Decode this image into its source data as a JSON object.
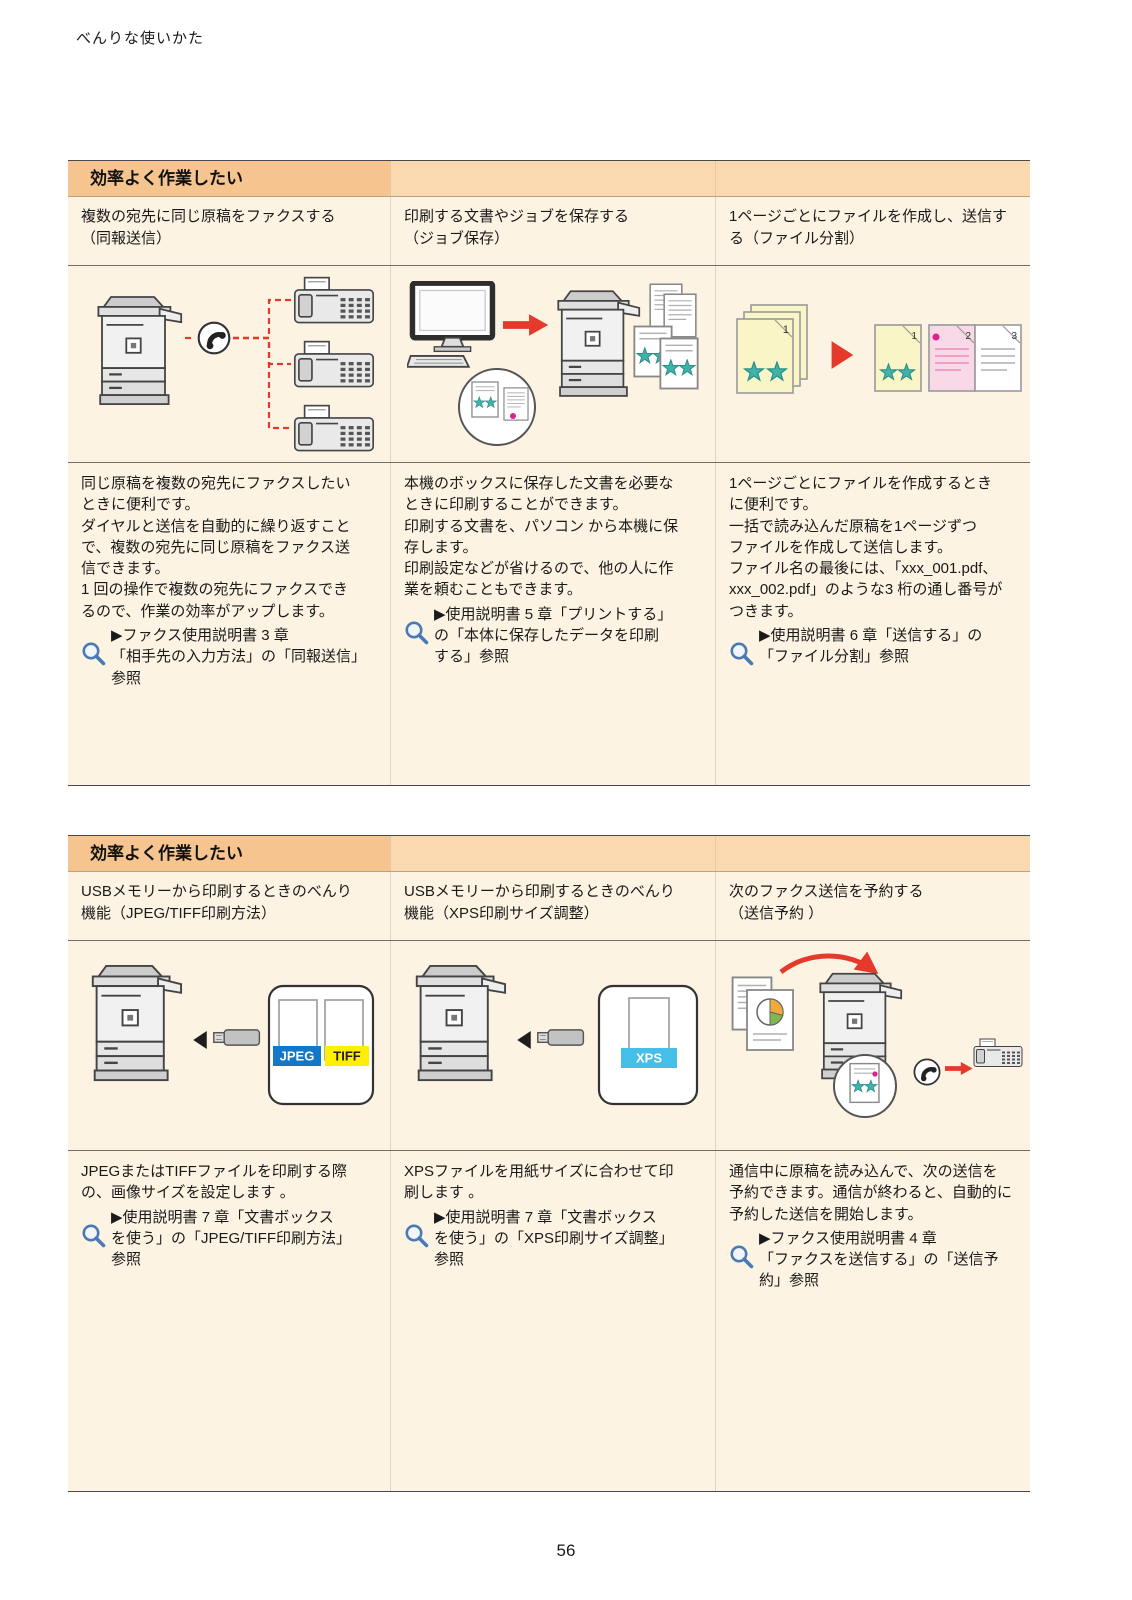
{
  "page": {
    "header": "べんりな使いかた",
    "page_number": "56"
  },
  "sections": [
    {
      "title": "効率よく作業したい",
      "columns": [
        {
          "heading": "複数の宛先に同じ原稿をファクスする\n（同報送信）",
          "body": "同じ原稿を複数の宛先にファクスしたい\nときに便利です。\nダイヤルと送信を自動的に繰り返すこと\nで、複数の宛先に同じ原稿をファクス送\n信できます。\n1 回の操作で複数の宛先にファクスでき\nるので、作業の効率がアップします。",
          "reference": "▶ファクス使用説明書 3 章\n「相手先の入力方法」の「同報送信」\n参照"
        },
        {
          "heading": "印刷する文書やジョブを保存する\n（ジョブ保存）",
          "body": "本機のボックスに保存した文書を必要な\nときに印刷することができます。\n印刷する文書を、パソコン から本機に保\n存します。\n印刷設定などが省けるので、他の人に作\n業を頼むこともできます。",
          "reference": "▶使用説明書 5 章「プリントする」\nの「本体に保存したデータを印刷\nする」参照"
        },
        {
          "heading": "1ページごとにファイルを作成し、送信す\nる（ファイル分割）",
          "body": "1ページごとにファイルを作成するとき\nに便利です。\n一括で読み込んだ原稿を1ページずつ\nファイルを作成して送信します。\nファイル名の最後には、「xxx_001.pdf、\nxxx_002.pdf」のような3 桁の通し番号が\nつきます。",
          "reference": "▶使用説明書 6 章「送信する」の\n「ファイル分割」参照"
        }
      ]
    },
    {
      "title": "効率よく作業したい",
      "columns": [
        {
          "heading": "USBメモリーから印刷するときのべんり\n機能（JPEG/TIFF印刷方法）",
          "body": "JPEGまたはTIFFファイルを印刷する際\nの、画像サイズを設定します 。",
          "reference": "▶使用説明書 7 章「文書ボックス\nを使う」の「JPEG/TIFF印刷方法」\n参照"
        },
        {
          "heading": "USBメモリーから印刷するときのべんり\n機能（XPS印刷サイズ調整）",
          "body": "XPSファイルを用紙サイズに合わせて印\n刷します 。",
          "reference": "▶使用説明書 7 章「文書ボックス\nを使う」の「XPS印刷サイズ調整」\n参照"
        },
        {
          "heading": "次のファクス送信を予約する\n（送信予約 ）",
          "body": "通信中に原稿を読み込んで、次の送信を\n予約できます。通信が終わると、自動的に\n予約した送信を開始します。",
          "reference": "▶ファクス使用説明書 4 章\n「ファクスを送信する」の「送信予\n約」参照"
        }
      ]
    }
  ],
  "illustrations": {
    "file_split": {
      "source_number": "1",
      "page_numbers": [
        "1",
        "2",
        "3"
      ]
    },
    "usb_jpeg_tiff": {
      "labels": [
        "JPEG",
        "TIFF"
      ]
    },
    "usb_xps": {
      "labels": [
        "XPS"
      ]
    }
  },
  "colors": {
    "header_bar": "#F6C48E",
    "header_bar_light": "#FBD9B0",
    "table_background": "#FCF3E2",
    "star_teal": "#3FB3AA",
    "arrow_red": "#E5392C",
    "jpeg_blue": "#1478C8",
    "tiff_yellow": "#FFF000",
    "xps_cyan": "#45BEE8",
    "accent_pink": "#E0218A"
  }
}
